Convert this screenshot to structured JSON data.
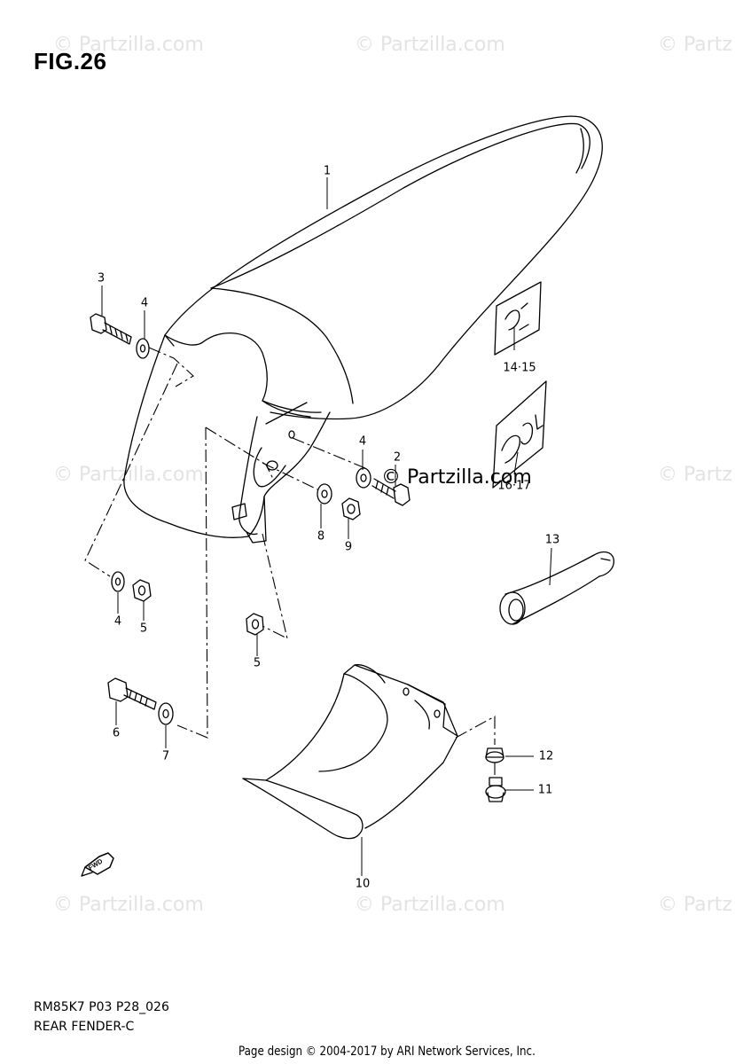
{
  "figure": {
    "title": "FIG.26"
  },
  "watermark": {
    "text": "© Partzilla.com",
    "center_text": "© Partzilla.com",
    "edge_text": "© Partz"
  },
  "callouts": {
    "c1": "1",
    "c3": "3",
    "c4a": "4",
    "c4b": "4",
    "c4c": "4",
    "c2": "2",
    "c14": "14·15",
    "c16": "16·17",
    "c8": "8",
    "c9": "9",
    "c13": "13",
    "c5a": "5",
    "c5b": "5",
    "c6": "6",
    "c7": "7",
    "c12": "12",
    "c11": "11",
    "c10": "10"
  },
  "badges": {
    "fwd": "FWD"
  },
  "footer": {
    "code": "RM85K7 P03 P28_026",
    "caption": "REAR FENDER-C",
    "copyright": "Page design © 2004-2017 by ARI Network Services, Inc."
  }
}
